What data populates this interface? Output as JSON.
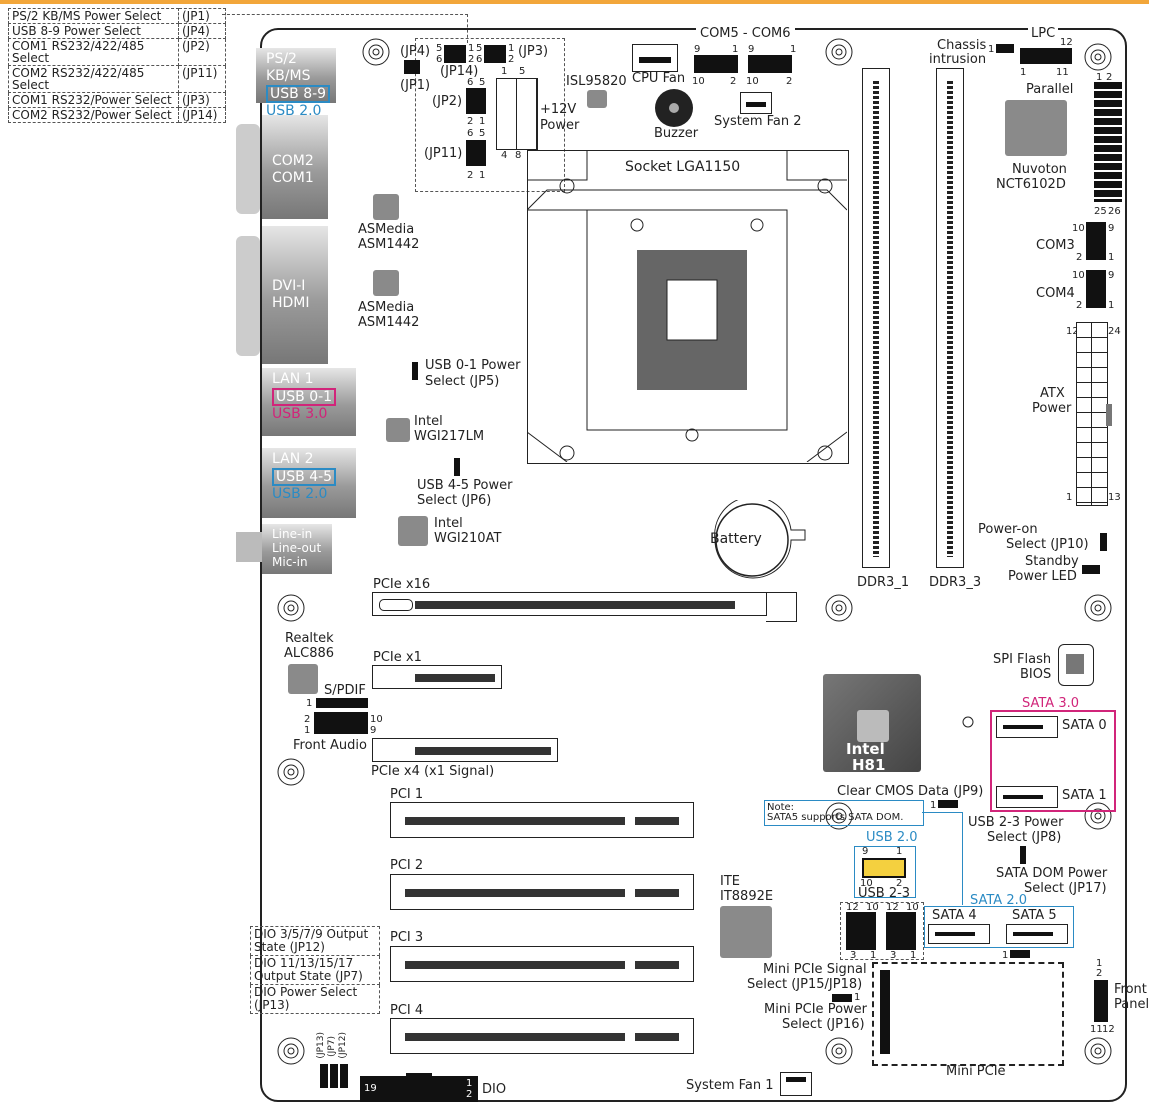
{
  "colors": {
    "accent_orange": "#f2a63a",
    "usb2_blue": "#2b8bc4",
    "usb3_pink": "#d1257a"
  },
  "jumper_table": [
    {
      "name": "PS/2 KB/MS Power Select",
      "jp": "(JP1)"
    },
    {
      "name": "USB 8-9 Power Select",
      "jp": "(JP4)"
    },
    {
      "name": "COM1 RS232/422/485 Select",
      "jp": "(JP2)"
    },
    {
      "name": "COM2 RS232/422/485 Select",
      "jp": "(JP11)"
    },
    {
      "name": "COM1 RS232/Power Select",
      "jp": "(JP3)"
    },
    {
      "name": "COM2 RS232/Power Select",
      "jp": "(JP14)"
    }
  ],
  "dio_table": [
    "DIO 3/5/7/9 Output State (JP12)",
    "DIO 11/13/15/17 Output State (JP7)",
    "DIO Power Select (JP13)"
  ],
  "rear_io": {
    "ps2": "PS/2 KB/MS",
    "usb89": "USB 8-9",
    "usb89_type": "USB 2.0",
    "com2": "COM2",
    "com1": "COM1",
    "dvi": "DVI-I",
    "hdmi": "HDMI",
    "lan1": "LAN 1",
    "usb01": "USB 0-1",
    "usb01_type": "USB 3.0",
    "lan2": "LAN 2",
    "usb45": "USB 4-5",
    "usb45_type": "USB 2.0",
    "line_in": "Line-in",
    "line_out": "Line-out",
    "mic_in": "Mic-in"
  },
  "labels": {
    "jp4": "(JP4)",
    "jp14": "(JP14)",
    "jp1": "(JP1)",
    "jp3": "(JP3)",
    "jp2": "(JP2)",
    "jp11": "(JP11)",
    "pin5": "5",
    "pin6": "6",
    "pin1": "1",
    "pin2": "2",
    "pin4": "4",
    "pin8": "8",
    "pin9": "9",
    "pin10": "10",
    "pin11": "11",
    "pin12": "12",
    "pin13": "13",
    "pin24": "24",
    "pin25": "25",
    "pin26": "26",
    "pin3": "3",
    "pin19": "19",
    "v12": "+12V",
    "power": "Power",
    "isl": "ISL95820",
    "cpufan": "CPU Fan",
    "buzzer": "Buzzer",
    "com5com6": "COM5 - COM6",
    "sysfan2": "System Fan 2",
    "socket": "Socket LGA1150",
    "chassis": "Chassis",
    "intrusion": "intrusion",
    "lpc": "LPC",
    "parallel": "Parallel",
    "nuvoton": "Nuvoton",
    "nct": "NCT6102D",
    "com3": "COM3",
    "com4": "COM4",
    "atx": "ATX",
    "atx_power": "Power",
    "asmedia": "ASMedia",
    "asm": "ASM1442",
    "usb01pwr": "USB 0-1 Power",
    "usb01pwr2": "Select (JP5)",
    "intel": "Intel",
    "wgi217": "WGI217LM",
    "usb45pwr": "USB 4-5 Power",
    "usb45pwr2": "Select (JP6)",
    "wgi210": "WGI210AT",
    "battery": "Battery",
    "ddr1": "DDR3_1",
    "ddr3": "DDR3_3",
    "poweron": "Power-on",
    "poweron2": "Select (JP10)",
    "standby": "Standby",
    "standby2": "Power LED",
    "pcie16": "PCIe x16",
    "realtek": "Realtek",
    "alc": "ALC886",
    "pcie1": "PCIe x1",
    "spdif": "S/PDIF",
    "front_audio": "Front Audio",
    "pcie4": "PCIe x4 (x1 Signal)",
    "spi": "SPI Flash",
    "bios": "BIOS",
    "sata30": "SATA 3.0",
    "sata0": "SATA 0",
    "sata1": "SATA 1",
    "intel_chip": "Intel",
    "h81": "H81",
    "clear_cmos": "Clear CMOS Data (JP9)",
    "note": "Note:",
    "note2": "SATA5 supports SATA DOM.",
    "usb23pwr": "USB 2-3 Power",
    "usb23pwr2": "Select (JP8)",
    "usb20": "USB 2.0",
    "usb23": "USB 2-3",
    "satadom": "SATA DOM Power",
    "satadom2": "Select (JP17)",
    "sata20": "SATA 2.0",
    "sata4": "SATA 4",
    "sata5": "SATA 5",
    "pci1": "PCI 1",
    "pci2": "PCI 2",
    "pci3": "PCI 3",
    "pci4": "PCI 4",
    "ite": "ITE",
    "it8892": "IT8892E",
    "minipcie_sig": "Mini PCIe Signal",
    "minipcie_sig2": "Select (JP15/JP18)",
    "minipcie_pwr": "Mini PCIe Power",
    "minipcie_pwr2": "Select (JP16)",
    "minipcie": "Mini PCIe",
    "front": "Front",
    "panel": "Panel",
    "sysfan1": "System Fan 1",
    "dio": "DIO",
    "jp13": "(JP13)",
    "jp7": "(JP7)",
    "jp12": "(JP12)"
  }
}
